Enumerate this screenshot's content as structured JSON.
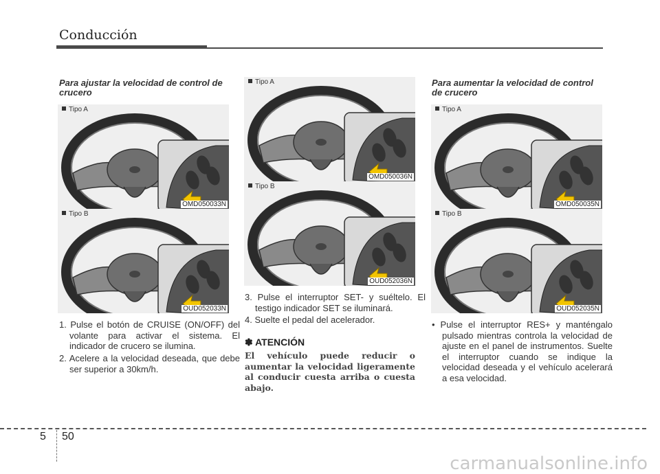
{
  "header": {
    "title": "Conducción"
  },
  "left": {
    "heading": "Para ajustar la velocidad de control de crucero",
    "figures": [
      {
        "type": "Tipo A",
        "code": "OMD050033N"
      },
      {
        "type": "Tipo B",
        "code": "OUD052033N"
      }
    ],
    "items": [
      "1. Pulse el botón de CRUISE (ON/OFF) del volante para activar el sistema. El indicador de crucero se ilumina.",
      "2. Acelere a la velocidad deseada, que debe ser superior a 30km/h."
    ]
  },
  "middle": {
    "figures": [
      {
        "type": "Tipo A",
        "code": "OMD050036N"
      },
      {
        "type": "Tipo B",
        "code": "OUD052036N"
      }
    ],
    "items": [
      "3. Pulse el interruptor SET- y suéltelo. El testigo indicador SET se iluminará.",
      "4. Suelte el pedal del acelerador."
    ],
    "attention_title": "✽ ATENCIÓN",
    "attention_body": "El vehículo puede reducir o aumentar la velocidad ligeramente al conducir cuesta arriba o cuesta abajo."
  },
  "right": {
    "heading": "Para aumentar la velocidad de control de crucero",
    "figures": [
      {
        "type": "Tipo A",
        "code": "OMD050035N"
      },
      {
        "type": "Tipo B",
        "code": "OUD052035N"
      }
    ],
    "bullet": "• Pulse el interruptor RES+ y manténgalo pulsado mientras controla la velocidad de ajuste en el panel de instrumentos. Suelte el interruptor cuando se indique la velocidad deseada y el vehículo acelerará a esa velocidad."
  },
  "footer": {
    "section": "5",
    "page": "50",
    "watermark": "carmanualsonline.info"
  },
  "colors": {
    "arrow": "#f2c400",
    "rule": "#4a4a4a"
  }
}
